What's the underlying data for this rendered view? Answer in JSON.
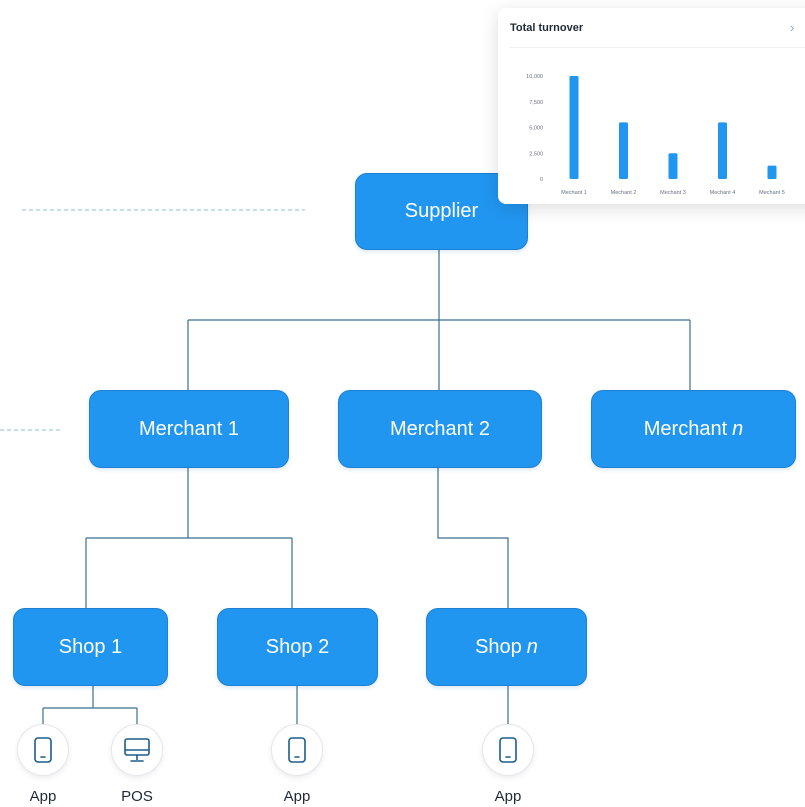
{
  "nodes": {
    "supplier": "Supplier",
    "merchant_1": "Merchant 1",
    "merchant_2": "Merchant 2",
    "merchant_n": {
      "prefix": "Merchant",
      "var": "n"
    },
    "shop_1": "Shop 1",
    "shop_2": "Shop 2",
    "shop_n": {
      "prefix": "Shop",
      "var": "n"
    }
  },
  "devices": [
    {
      "label": "App",
      "icon": "phone-icon"
    },
    {
      "label": "POS",
      "icon": "monitor-icon"
    },
    {
      "label": "App",
      "icon": "phone-icon"
    },
    {
      "label": "App",
      "icon": "phone-icon"
    }
  ],
  "colors": {
    "node": "#2196f0",
    "line": "#3a6f8f",
    "dashed": "#8fbbe0",
    "bar": "#2196f0"
  },
  "chart_data": {
    "type": "bar",
    "title": "Total turnover",
    "categories": [
      "Mechant 1",
      "Mechant 2",
      "Mechant 3",
      "Mechant 4",
      "Mechant 5"
    ],
    "values": [
      10000,
      5500,
      2500,
      5500,
      1300
    ],
    "yticks": [
      "10,000",
      "7,500",
      "5,000",
      "2,500",
      "0"
    ],
    "ylim": [
      0,
      10000
    ],
    "grid": false,
    "legend": "none"
  }
}
